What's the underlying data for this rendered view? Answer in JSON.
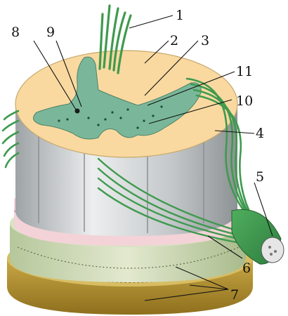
{
  "labels": [
    {
      "id": "1",
      "text": "1"
    },
    {
      "id": "2",
      "text": "2"
    },
    {
      "id": "3",
      "text": "3"
    },
    {
      "id": "4",
      "text": "4"
    },
    {
      "id": "5",
      "text": "5"
    },
    {
      "id": "6",
      "text": "6"
    },
    {
      "id": "7",
      "text": "7"
    },
    {
      "id": "8",
      "text": "8"
    },
    {
      "id": "9",
      "text": "9"
    },
    {
      "id": "10",
      "text": "10"
    },
    {
      "id": "11",
      "text": "11"
    }
  ],
  "colors": {
    "white_matter": "#f9d9a0",
    "grey_matter": "#7ab79a",
    "nerve_root": "#3f9a4f",
    "cord_side": "#d7dadc",
    "pia_mater": "#f3d3d7",
    "arachnoid": "#c9d6b3",
    "dura_mater": "#c9a845"
  }
}
